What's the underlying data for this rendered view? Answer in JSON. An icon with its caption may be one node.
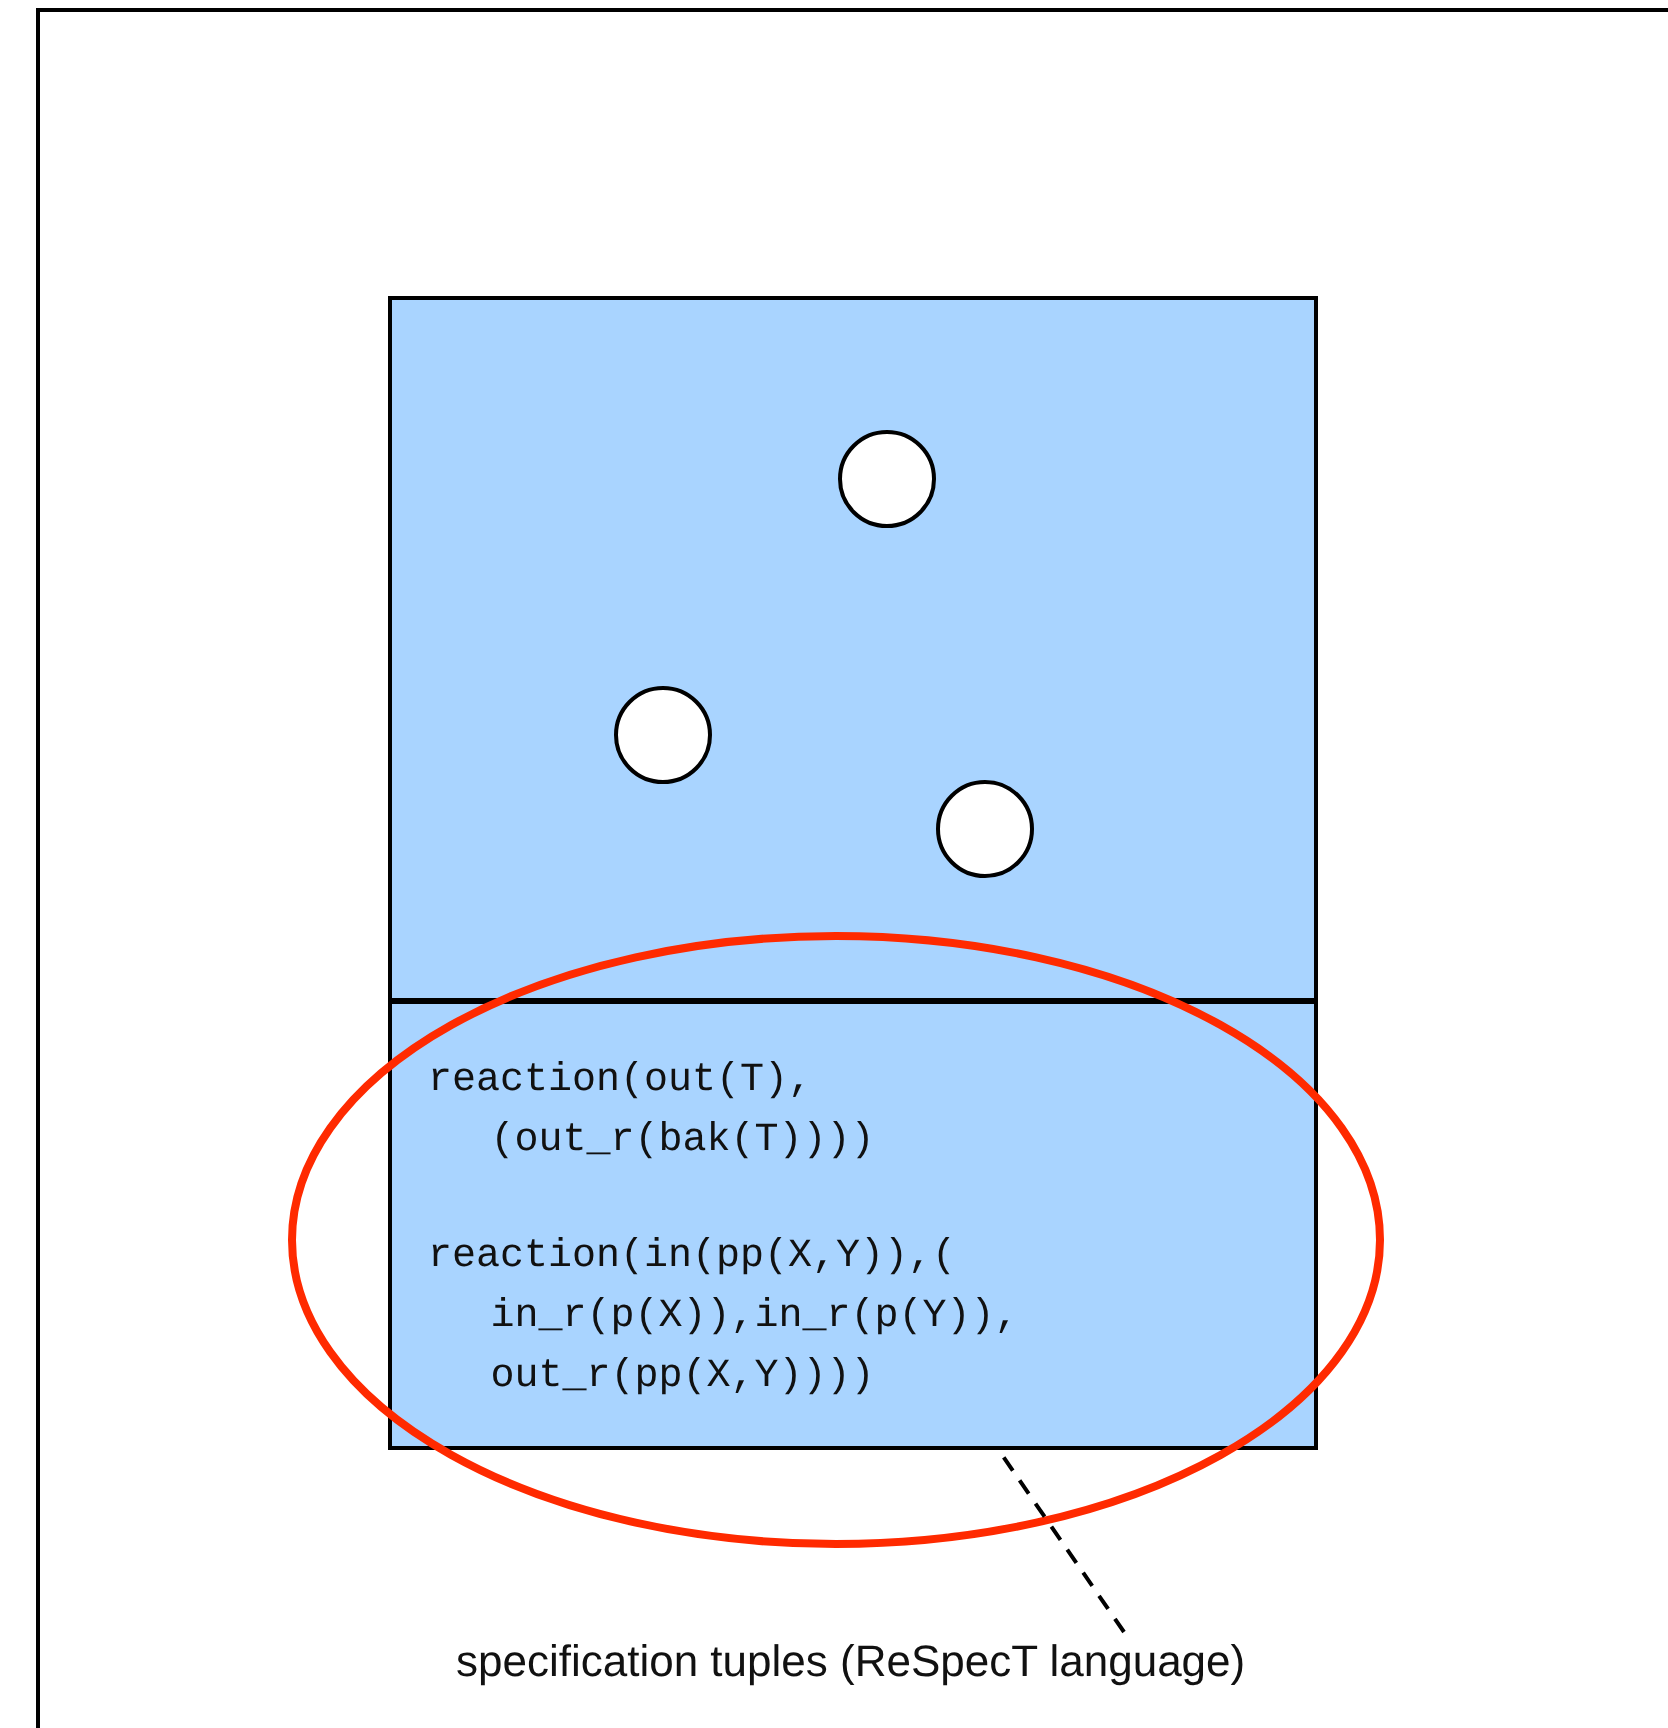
{
  "diagram": {
    "nodes": [
      {
        "text": [],
        "shape": "box"
      },
      {
        "text": [],
        "shape": "circle",
        "in": 0
      },
      {
        "text": [],
        "shape": "circle",
        "in": 0
      },
      {
        "text": [],
        "shape": "circle",
        "in": 0
      },
      {
        "text": [
          "reaction(out(T), (out_r(bak(T))))",
          "reaction(in(pp(X,Y)),( in_r(p(X)),in_r(p(Y)), out_r(pp(X,Y))))"
        ]
      },
      {
        "text": [
          "specification tuples (ReSpecT language)"
        ]
      }
    ],
    "edges": [
      {
        "from": 5,
        "to": 4,
        "arrow": "none",
        "style": "dashed"
      }
    ]
  }
}
